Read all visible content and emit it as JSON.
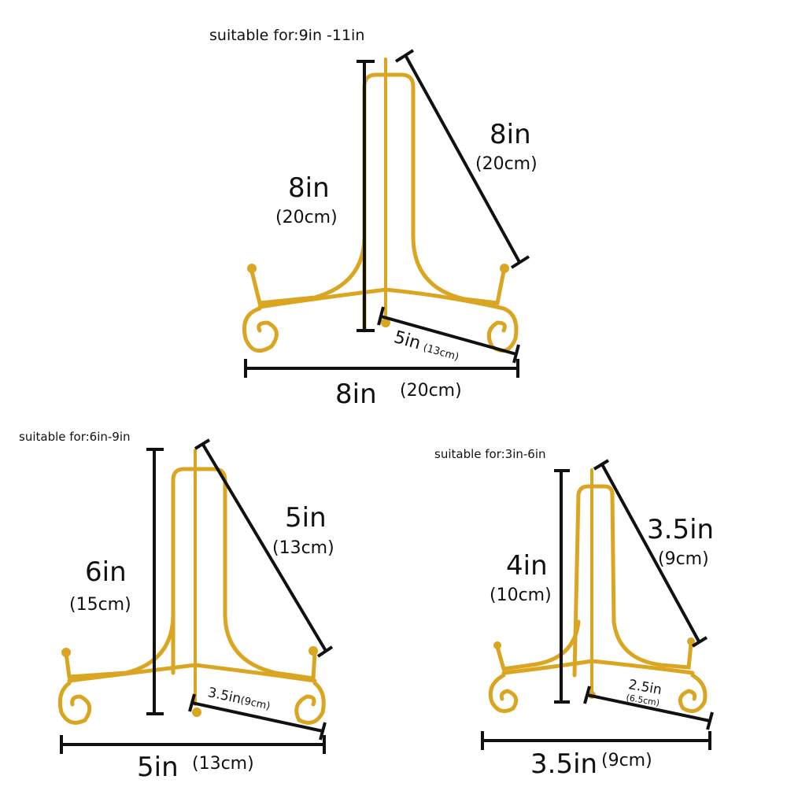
{
  "colors": {
    "gold": "#E6B422",
    "gold_dark": "#B8860B",
    "gold_light": "#F7DC6F",
    "dimension_line": "#111111",
    "background": "#FFFFFF"
  },
  "stands": [
    {
      "id": "large",
      "suitable_for": "suitable for:9in -11in",
      "height": {
        "in": "8in",
        "cm": "(20cm)"
      },
      "back_length": {
        "in": "8in",
        "cm": "(20cm)"
      },
      "leg_depth": {
        "in": "5in",
        "cm": "(13cm)"
      },
      "width": {
        "in": "8in",
        "cm": "(20cm)"
      }
    },
    {
      "id": "medium",
      "suitable_for": "suitable for:6in-9in",
      "height": {
        "in": "6in",
        "cm": "(15cm)"
      },
      "back_length": {
        "in": "5in",
        "cm": "(13cm)"
      },
      "leg_depth": {
        "in": "3.5in",
        "cm": "(9cm)"
      },
      "width": {
        "in": "5in",
        "cm": "(13cm)"
      }
    },
    {
      "id": "small",
      "suitable_for": "suitable for:3in-6in",
      "height": {
        "in": "4in",
        "cm": "(10cm)"
      },
      "back_length": {
        "in": "3.5in",
        "cm": "(9cm)"
      },
      "leg_depth": {
        "in": "2.5in",
        "cm": "(6.5cm)"
      },
      "width": {
        "in": "3.5in",
        "cm": "(9cm)"
      }
    }
  ]
}
